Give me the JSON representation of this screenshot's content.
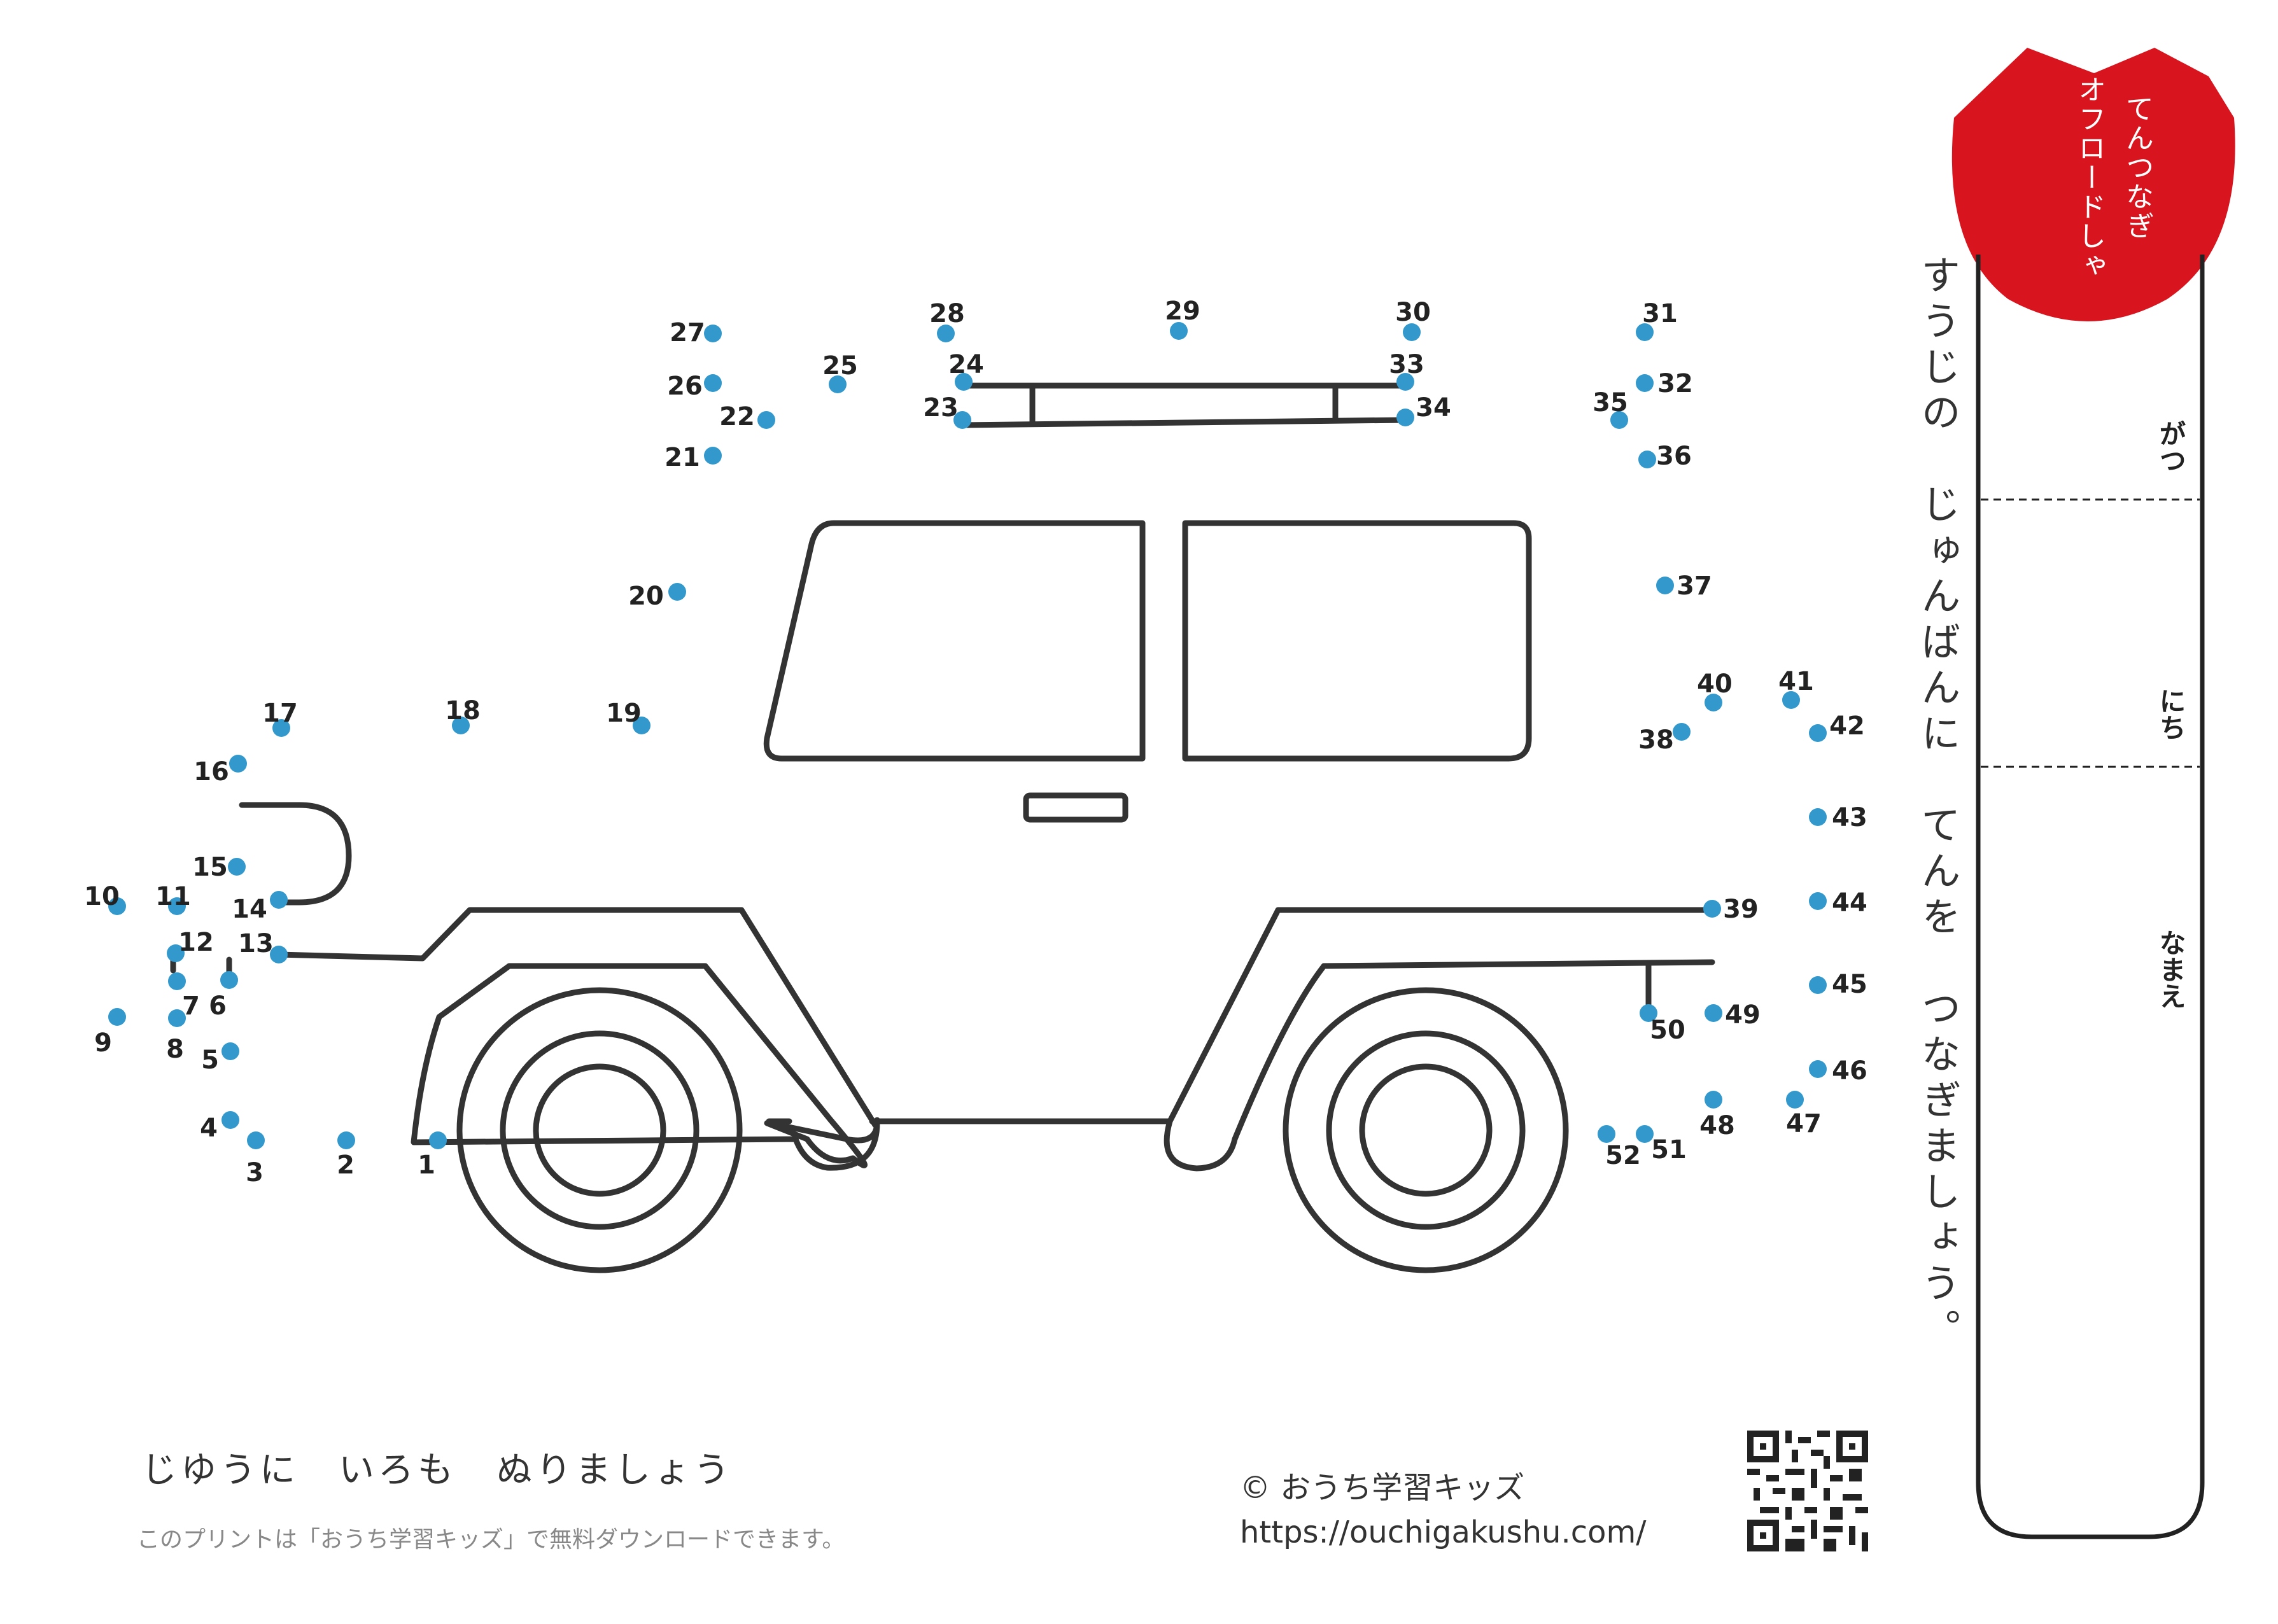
{
  "title": {
    "line1": "てんつなぎ",
    "line2": "オフロードしゃ"
  },
  "instruction": "すうじの　じゅんばんに　てんを　つなぎましょう。",
  "fields": {
    "month": "がつ",
    "day": "にち",
    "name": "なまえ"
  },
  "coloring_prompt": "じゆうに　いろも　ぬりましょう",
  "download_note": "このプリントは「おうち学習キッズ」で無料ダウンロードできます。",
  "copyright": "© おうち学習キッズ",
  "url": "https://ouchigakushu.com/",
  "colors": {
    "dot": "#3399cc",
    "line": "#333333",
    "title_badge": "#d8151e"
  },
  "icons": [
    "tulip-badge",
    "qr-code"
  ],
  "dots": [
    {
      "n": "1"
    },
    {
      "n": "2"
    },
    {
      "n": "3"
    },
    {
      "n": "4"
    },
    {
      "n": "5"
    },
    {
      "n": "6"
    },
    {
      "n": "7"
    },
    {
      "n": "8"
    },
    {
      "n": "9"
    },
    {
      "n": "10"
    },
    {
      "n": "11"
    },
    {
      "n": "12"
    },
    {
      "n": "13"
    },
    {
      "n": "14"
    },
    {
      "n": "15"
    },
    {
      "n": "16"
    },
    {
      "n": "17"
    },
    {
      "n": "18"
    },
    {
      "n": "19"
    },
    {
      "n": "20"
    },
    {
      "n": "21"
    },
    {
      "n": "22"
    },
    {
      "n": "23"
    },
    {
      "n": "24"
    },
    {
      "n": "25"
    },
    {
      "n": "26"
    },
    {
      "n": "27"
    },
    {
      "n": "28"
    },
    {
      "n": "29"
    },
    {
      "n": "30"
    },
    {
      "n": "31"
    },
    {
      "n": "32"
    },
    {
      "n": "33"
    },
    {
      "n": "34"
    },
    {
      "n": "35"
    },
    {
      "n": "36"
    },
    {
      "n": "37"
    },
    {
      "n": "38"
    },
    {
      "n": "39"
    },
    {
      "n": "40"
    },
    {
      "n": "41"
    },
    {
      "n": "42"
    },
    {
      "n": "43"
    },
    {
      "n": "44"
    },
    {
      "n": "45"
    },
    {
      "n": "46"
    },
    {
      "n": "47"
    },
    {
      "n": "48"
    },
    {
      "n": "49"
    },
    {
      "n": "50"
    },
    {
      "n": "51"
    },
    {
      "n": "52"
    }
  ]
}
